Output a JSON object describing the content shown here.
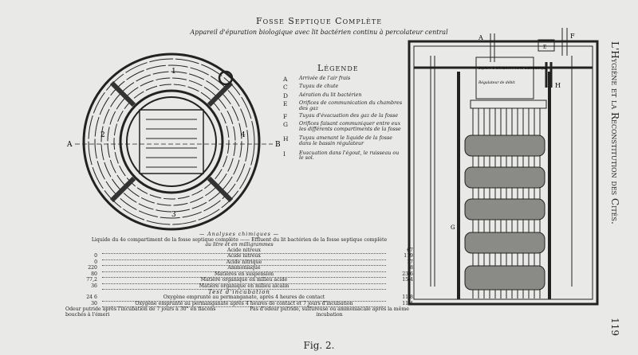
{
  "title": "Fosse Septique Complète",
  "subtitle": "Appareil d'épuration biologique avec lit bactérien continu à percolateur central",
  "legend": {
    "title": "Légende",
    "items": [
      {
        "key": "A",
        "text": "Arrivée de l'air frais"
      },
      {
        "key": "C",
        "text": "Tuyau de chute"
      },
      {
        "key": "D",
        "text": "Aération du lit bactérien"
      },
      {
        "key": "E",
        "text": "Orifices de communication du chambres des gaz"
      },
      {
        "key": "F",
        "text": "Tuyau d'évacuation des gaz de la fosse"
      },
      {
        "key": "G",
        "text": "Orifices faisant communiquer entre eux les différents compartiments de la fosse"
      },
      {
        "key": "H",
        "text": "Tuyau amenant le liquide de la fosse dans le bassin régulateur"
      },
      {
        "key": "I",
        "text": "Evacuation dans l'égout, le ruisseau ou le sol."
      }
    ]
  },
  "plan_labels": {
    "compartments": [
      "1",
      "2",
      "3",
      "4"
    ],
    "a": "A",
    "b": "B"
  },
  "section_labels": {
    "a": "A",
    "f": "F",
    "e": "E",
    "h": "H",
    "g": "G",
    "siphon": "Siphon à déclanchement automatique",
    "regulator": "Régulateur de débit"
  },
  "analyses": {
    "title": "— Analyses chimiques —",
    "header": "Liquide du 4e compartiment de la fosse septique complète —— Effluent du lit bactérien de la fosse septique complète",
    "units": "au litre et en milligrammes",
    "rows": [
      {
        "left": "",
        "label": "Acide nitreux",
        "right": "67"
      },
      {
        "left": "0",
        "label": "Acide nitreux",
        "right": "119"
      },
      {
        "left": "0",
        "label": "Acide nitrique",
        "right": "17"
      },
      {
        "left": "220",
        "label": "Ammoniaque",
        "right": "8"
      },
      {
        "left": "80",
        "label": "Matières en suspension",
        "right": "23 6"
      },
      {
        "left": "77,2",
        "label": "Matière organique en milieu acide",
        "right": "15 4"
      },
      {
        "left": "36",
        "label": "Matière organique en milieu alcalin",
        "right": ""
      }
    ],
    "test_title": "Test d'incubation",
    "test_rows": [
      {
        "left": "24 6",
        "label": "Oxygène emprunté au permanganate, après 4 heures de contact",
        "right": "11 8"
      },
      {
        "left": "30",
        "label": "Oxygène emprunté au permanganate après 4 heures de contact et 7 jours d'incubation",
        "right": "11 4"
      }
    ],
    "odour_left": "Odeur putride après l'incubation de 7 jours à 30° en flacons bouchés à l'émeri",
    "odour_right": "Pas d'odeur putride, sulfureuse ou ammoniacale après la même incubation"
  },
  "figure_caption": "Fig. 2.",
  "running_head": "L'Hygiène et la Reconstitution des Cités.",
  "page_number": "119"
}
